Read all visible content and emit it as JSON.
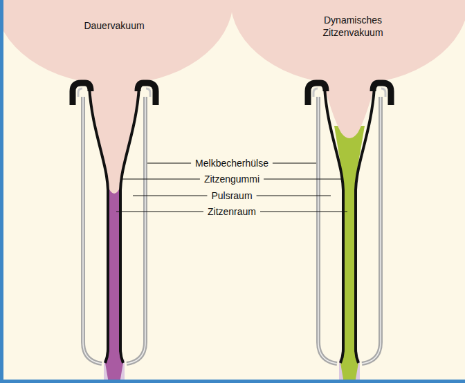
{
  "diagram": {
    "labels": [
      "Dauervakuum",
      "Dynamisches Zitzenvakuum",
      "Melkbecherhülse",
      "Zitzengummi",
      "Pulsraum",
      "Zitzenraum"
    ]
  }
}
